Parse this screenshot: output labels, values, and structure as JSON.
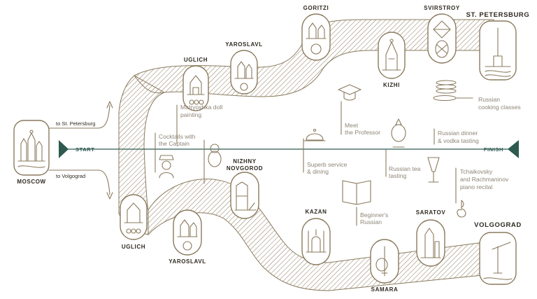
{
  "cities": {
    "moscow": "MOSCOW",
    "uglich_north": "UGLICH",
    "yaroslavl_north": "YAROSLAVL",
    "goritzi": "GORITZI",
    "kizhi": "KIZHI",
    "svirstroy": "SVIRSTROY",
    "st_petersburg": "ST. PETERSBURG",
    "uglich_south": "UGLICH",
    "yaroslavl_south": "YAROSLAVL",
    "nizhny_novgorod": [
      "NIZHNY",
      "NOVGOROD"
    ],
    "kazan": "KAZAN",
    "samara": "SAMARA",
    "saratov": "SARATOV",
    "volgograd": "VOLGOGRAD"
  },
  "directions": {
    "north": "to St. Petersburg",
    "south": "to Volgograd"
  },
  "markers": {
    "start": "START",
    "finish": "FINISH"
  },
  "activities": {
    "cocktails": [
      "Cocktails with",
      "the Captain"
    ],
    "matryoshka": [
      "Matryoshka doll",
      "painting"
    ],
    "service": [
      "Superb service",
      "& dining"
    ],
    "professor": [
      "Meet",
      "the Professor"
    ],
    "beginners_russian": [
      "Beginner's",
      "Russian"
    ],
    "tea": [
      "Russian tea",
      "tasting"
    ],
    "dinner": [
      "Russian dinner",
      "& vodka tasting"
    ],
    "cooking": [
      "Russian",
      "cooking classes"
    ],
    "concert": [
      "Tchaikovsky",
      "and Rachmaninov",
      "piano recital"
    ]
  },
  "colors": {
    "route_stroke": "#8a7a5e",
    "axis_line": "#2e5a50",
    "text_dark": "#2f2a22",
    "text_muted": "#8e8576"
  }
}
